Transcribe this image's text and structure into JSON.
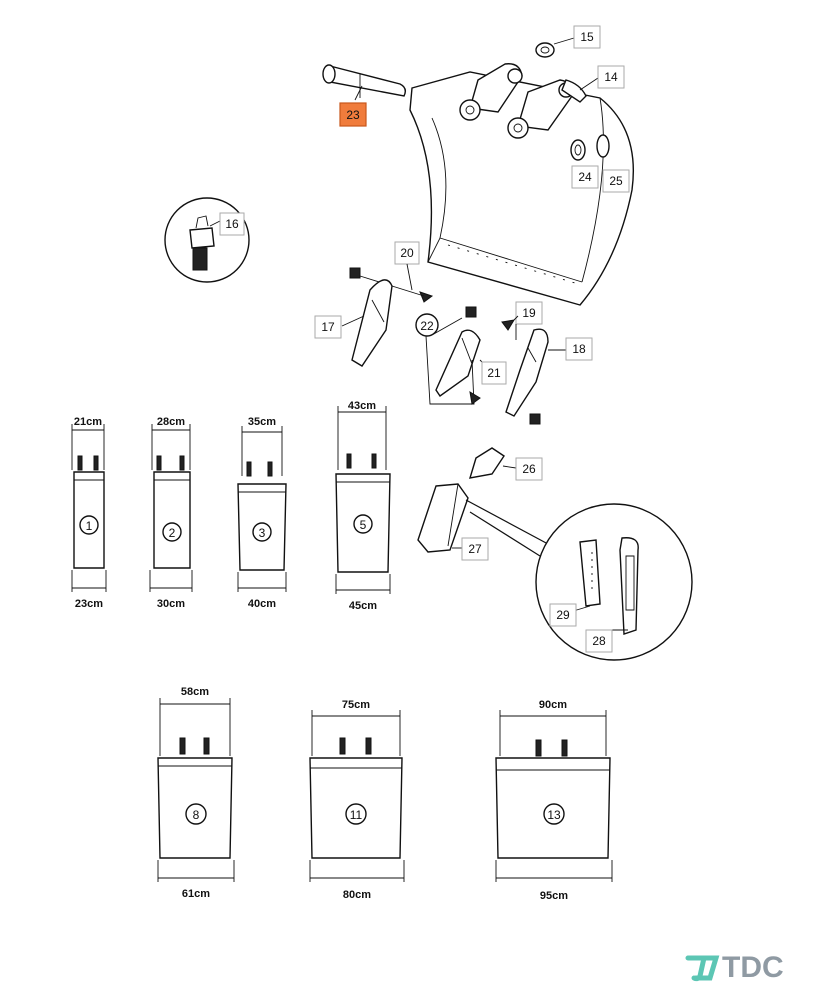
{
  "parts": {
    "p14": "14",
    "p15": "15",
    "p16": "16",
    "p17": "17",
    "p18": "18",
    "p19": "19",
    "p20": "20",
    "p21": "21",
    "p22": "22",
    "p23": "23",
    "p24": "24",
    "p25": "25",
    "p26": "26",
    "p27": "27",
    "p28": "28",
    "p29": "29"
  },
  "highlighted_part": "23",
  "highlight_color": "#f07c3c",
  "buckets": [
    {
      "id": "1",
      "top": "21cm",
      "bottom": "23cm"
    },
    {
      "id": "2",
      "top": "28cm",
      "bottom": "30cm"
    },
    {
      "id": "3",
      "top": "35cm",
      "bottom": "40cm"
    },
    {
      "id": "5",
      "top": "43cm",
      "bottom": "45cm"
    },
    {
      "id": "8",
      "top": "58cm",
      "bottom": "61cm"
    },
    {
      "id": "11",
      "top": "75cm",
      "bottom": "80cm"
    },
    {
      "id": "13",
      "top": "90cm",
      "bottom": "95cm"
    }
  ],
  "brand": {
    "name": "TDC",
    "accent": "#5cc6b4",
    "text_color": "#8f9aa3"
  }
}
